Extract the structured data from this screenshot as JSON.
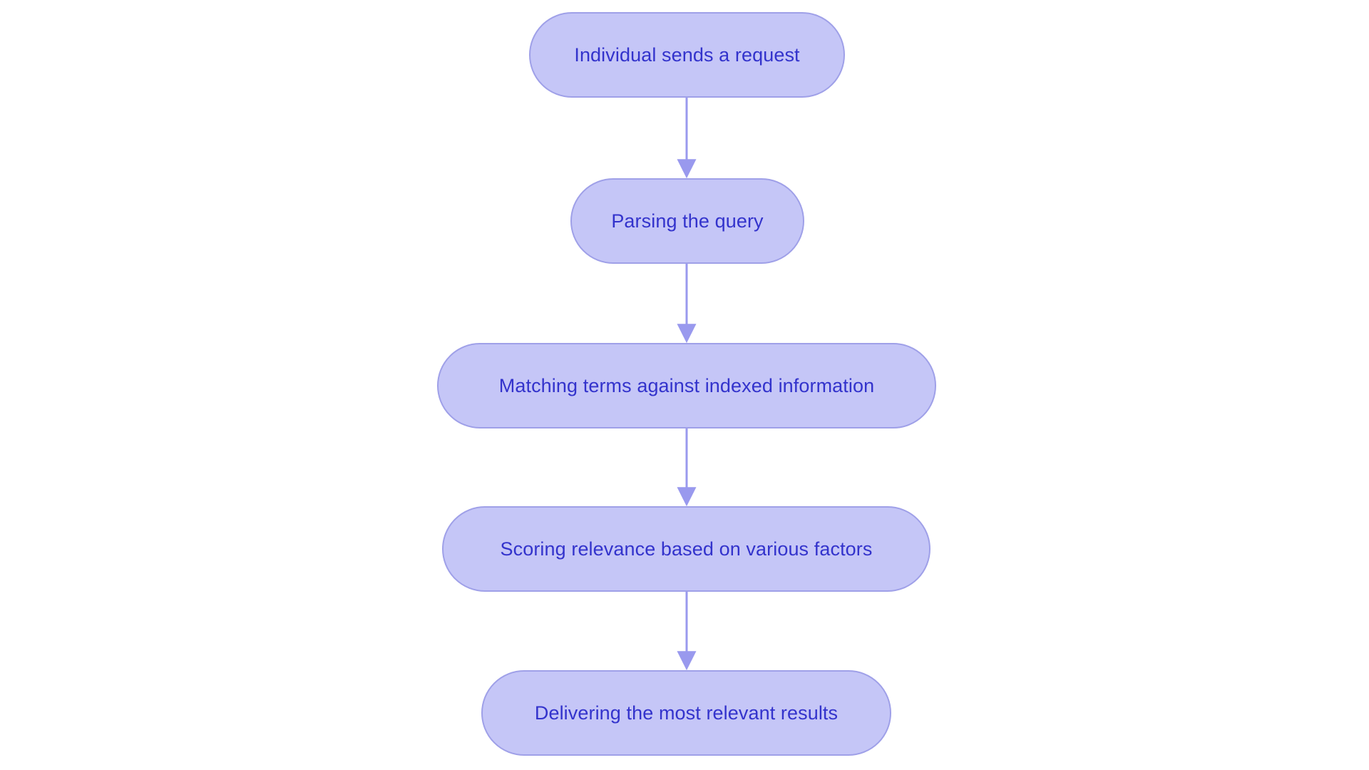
{
  "diagram": {
    "type": "flowchart",
    "orientation": "vertical-top-to-bottom",
    "background_color": "#ffffff",
    "node_fill_color": "#c5c6f7",
    "node_border_color": "#9fa0e8",
    "node_text_color": "#3333cc",
    "connector_color": "#9999ee",
    "node_shape": "stadium",
    "nodes": [
      {
        "id": "node-0",
        "label": "Individual sends a request",
        "order": 1
      },
      {
        "id": "node-1",
        "label": "Parsing the query",
        "order": 2
      },
      {
        "id": "node-2",
        "label": "Matching terms against indexed information",
        "order": 3
      },
      {
        "id": "node-3",
        "label": "Scoring relevance based on various factors",
        "order": 4
      },
      {
        "id": "node-4",
        "label": "Delivering the most relevant results",
        "order": 5
      }
    ],
    "connectors": [
      {
        "id": "edge-0",
        "from": "node-0",
        "to": "node-1",
        "label": "",
        "arrow": "down"
      },
      {
        "id": "edge-1",
        "from": "node-1",
        "to": "node-2",
        "label": "",
        "arrow": "down"
      },
      {
        "id": "edge-2",
        "from": "node-2",
        "to": "node-3",
        "label": "",
        "arrow": "down"
      },
      {
        "id": "edge-3",
        "from": "node-3",
        "to": "node-4",
        "label": "",
        "arrow": "down"
      }
    ]
  }
}
